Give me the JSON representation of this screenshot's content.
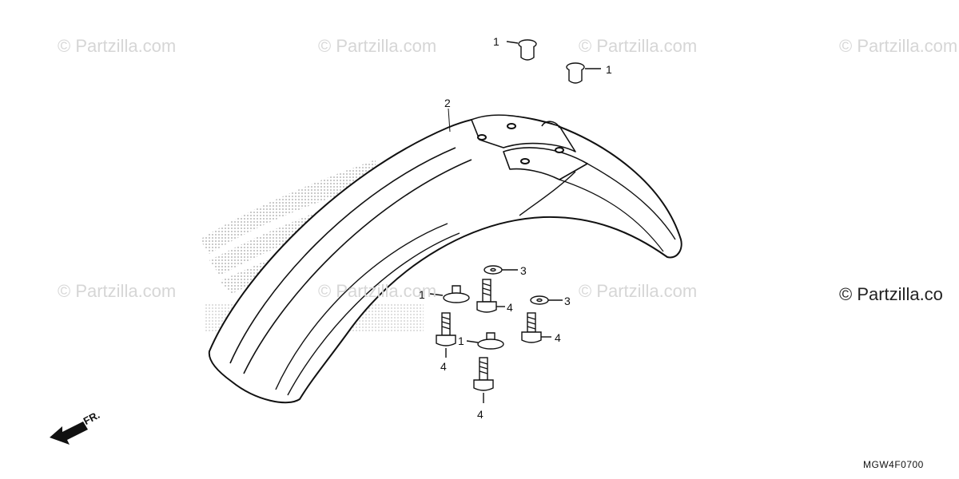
{
  "watermarks": {
    "light": "© Partzilla.com",
    "dark": "© Partzilla.co"
  },
  "callouts": {
    "grommet": "1",
    "fender": "2",
    "washer": "3",
    "bolt": "4"
  },
  "direction_label": "FR.",
  "diagram_code": "MGW4F0700",
  "colors": {
    "line": "#111111",
    "watermark": "#d6d6d6",
    "logo_dots": "#9a9a9a"
  }
}
